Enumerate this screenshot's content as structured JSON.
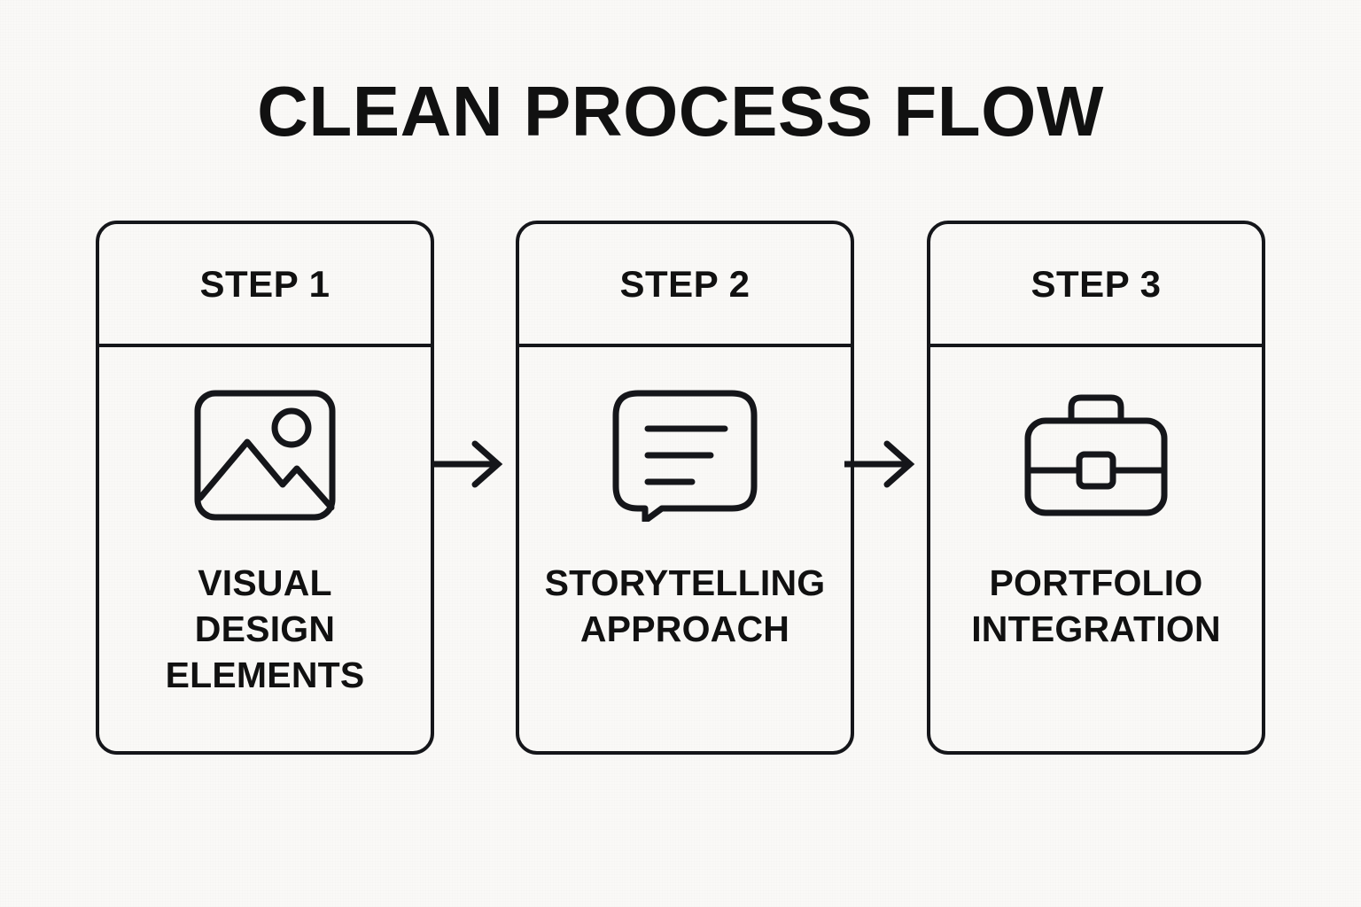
{
  "title": "CLEAN PROCESS FLOW",
  "theme": {
    "background": "#faf9f7",
    "ink": "#15161a",
    "text": "#111111"
  },
  "steps": [
    {
      "step_label": "STEP 1",
      "icon": "image-icon",
      "caption_lines": [
        "VISUAL",
        "DESIGN",
        "ELEMENTS"
      ]
    },
    {
      "step_label": "STEP 2",
      "icon": "speech-bubble-icon",
      "caption_lines": [
        "STORYTELLING",
        "APPROACH"
      ]
    },
    {
      "step_label": "STEP 3",
      "icon": "briefcase-icon",
      "caption_lines": [
        "PORTFOLIO",
        "INTEGRATION"
      ]
    }
  ],
  "connectors": [
    {
      "name": "arrow-right-icon",
      "from": "STEP 1",
      "to": "STEP 2"
    },
    {
      "name": "arrow-right-icon",
      "from": "STEP 2",
      "to": "STEP 3"
    }
  ]
}
